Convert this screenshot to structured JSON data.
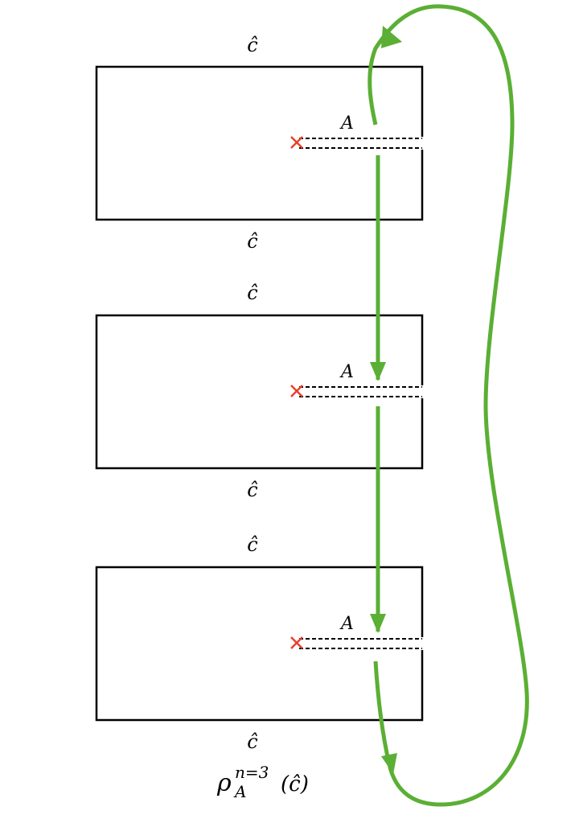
{
  "sheets": [
    {
      "label_top": "ĉ",
      "label_bottom": "ĉ",
      "interval_label": "A"
    },
    {
      "label_top": "ĉ",
      "label_bottom": "ĉ",
      "interval_label": "A"
    },
    {
      "label_top": "ĉ",
      "label_bottom": "ĉ",
      "interval_label": "A"
    }
  ],
  "caption": {
    "symbol": "ρ",
    "superscript": "n=3",
    "subscript": "A",
    "argument": "(ĉ)"
  },
  "colors": {
    "sheet_border": "#000000",
    "branch_point": "#e8412c",
    "arrow": "#5aaf34",
    "cut": "#000000"
  },
  "icons": {
    "branch_point": "cross-marker-icon",
    "arrow_head": "arrowhead-icon"
  }
}
